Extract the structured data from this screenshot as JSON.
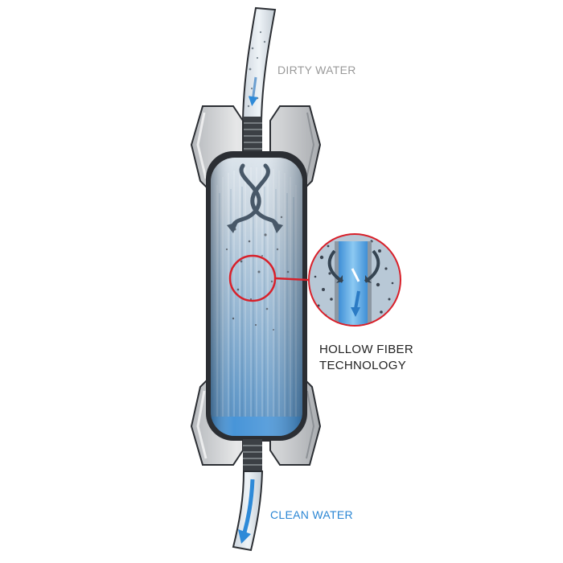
{
  "labels": {
    "dirty_water": "DIRTY WATER",
    "clean_water": "CLEAN WATER",
    "technology_line1": "HOLLOW FIBER",
    "technology_line2": "TECHNOLOGY"
  },
  "icons": {
    "inlet": "inlet-tube-icon",
    "outlet": "outlet-tube-icon",
    "filter": "filter-cartridge-icon",
    "magnifier": "magnified-fiber-icon"
  },
  "colors": {
    "dirty_label": "#9a9a9a",
    "clean_label": "#2a86d4",
    "tech_label": "#222222",
    "callout_ring": "#d8202a",
    "water_blue": "#4fa3e0",
    "housing_gray": "#d4d6d8",
    "outline": "#2b2e33"
  }
}
